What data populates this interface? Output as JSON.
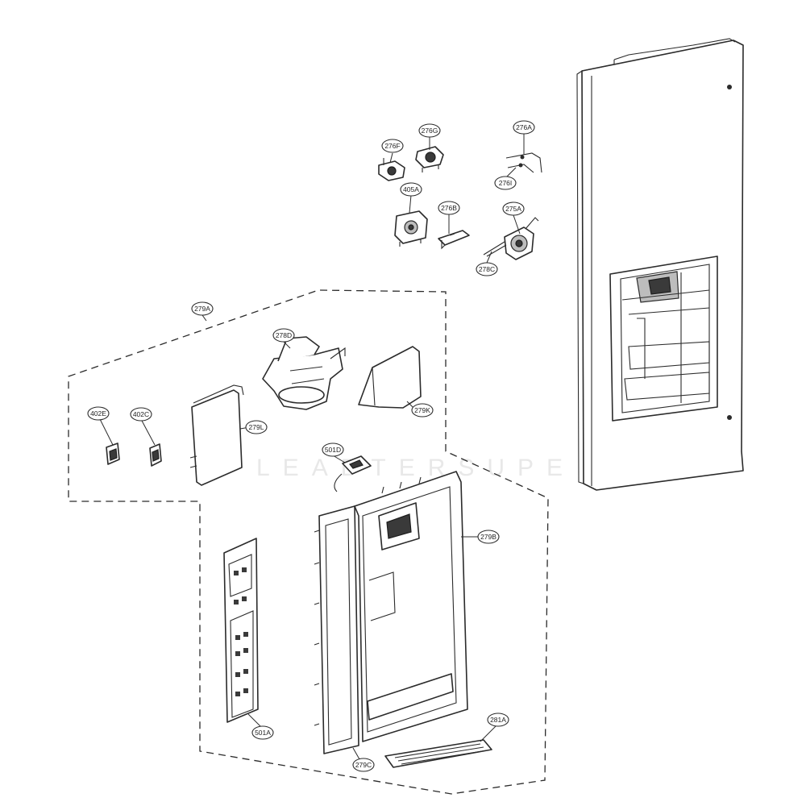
{
  "diagram": {
    "watermark": "LEADTERSUPE",
    "callouts": [
      {
        "id": "276F",
        "label": "276F"
      },
      {
        "id": "276G",
        "label": "276G"
      },
      {
        "id": "276A-top",
        "label": "276A"
      },
      {
        "id": "276I",
        "label": "276I"
      },
      {
        "id": "405A",
        "label": "405A"
      },
      {
        "id": "276B",
        "label": "276B"
      },
      {
        "id": "275A",
        "label": "275A"
      },
      {
        "id": "278C",
        "label": "278C"
      },
      {
        "id": "279A",
        "label": "279A"
      },
      {
        "id": "278D",
        "label": "278D"
      },
      {
        "id": "279K",
        "label": "279K"
      },
      {
        "id": "402E",
        "label": "402E"
      },
      {
        "id": "402C",
        "label": "402C"
      },
      {
        "id": "279L",
        "label": "279L"
      },
      {
        "id": "501D",
        "label": "501D"
      },
      {
        "id": "279B",
        "label": "279B"
      },
      {
        "id": "501A",
        "label": "501A"
      },
      {
        "id": "279C",
        "label": "279C"
      },
      {
        "id": "281A",
        "label": "281A"
      }
    ]
  }
}
